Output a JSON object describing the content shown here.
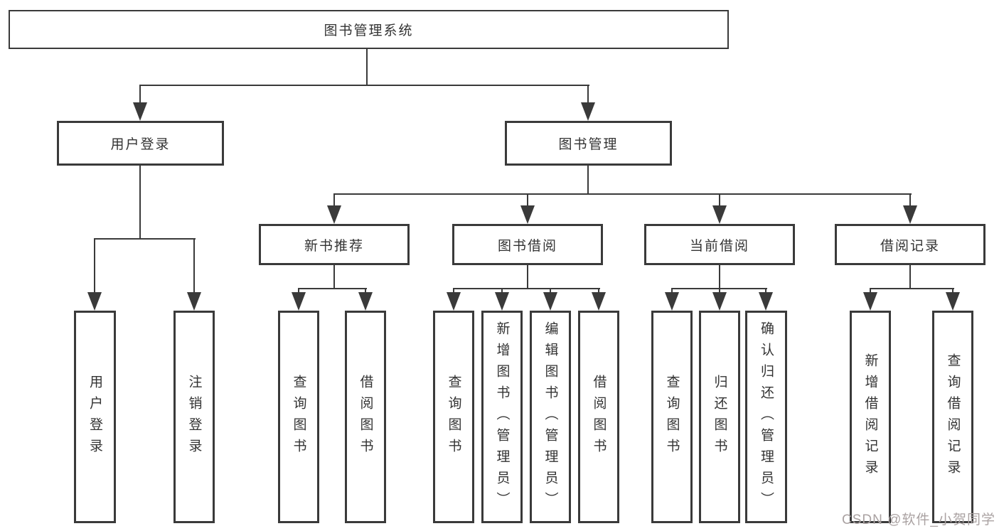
{
  "diagram": {
    "root_label": "图书管理系统",
    "level2": {
      "user_login": "用户登录",
      "book_mgmt": "图书管理"
    },
    "level3": {
      "new_book_recommend": "新书推荐",
      "book_borrow": "图书借阅",
      "current_borrow": "当前借阅",
      "borrow_records": "借阅记录"
    },
    "leaves": {
      "user_login": [
        "用户登录",
        "注销登录"
      ],
      "new_book_recommend": [
        "查询图书",
        "借阅图书"
      ],
      "book_borrow": [
        "查询图书",
        "新增图书（管理员）",
        "编辑图书（管理员）",
        "借阅图书"
      ],
      "current_borrow": [
        "查询图书",
        "归还图书",
        "确认归还（管理员）"
      ],
      "borrow_records": [
        "新增借阅记录",
        "查询借阅记录"
      ]
    }
  },
  "watermark": {
    "text": "CSDN @软件_小贺同学"
  },
  "colors": {
    "line": "#3a3a3a",
    "text": "#333333",
    "watermark": "#aaa2a2",
    "background": "#ffffff"
  }
}
